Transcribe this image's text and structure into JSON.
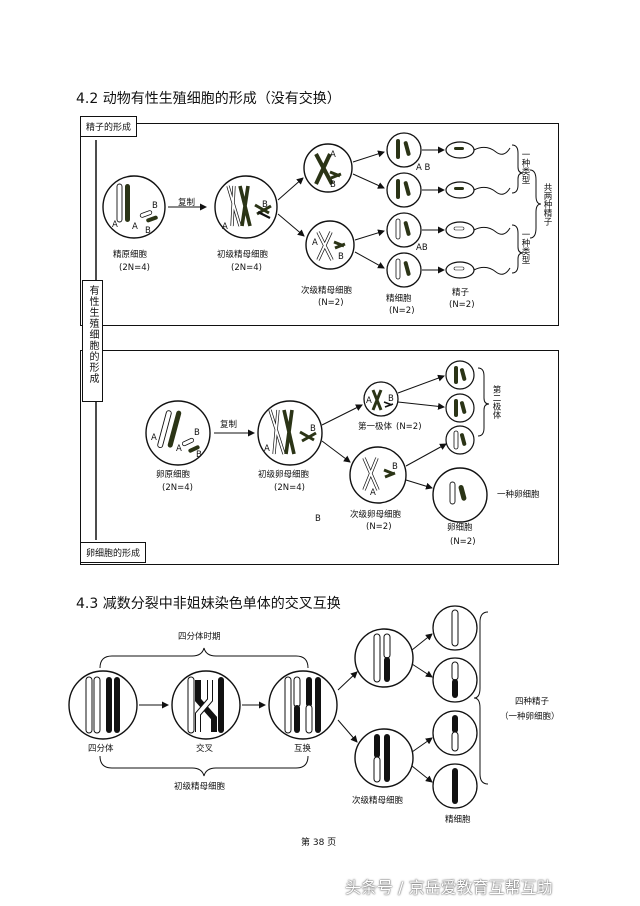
{
  "page": {
    "section1_title": "4.2 动物有性生殖细胞的形成（没有交换）",
    "section2_title": "4.3 减数分裂中非姐妹染色单体的交叉互换",
    "page_number": "第 38 页",
    "watermark": "头条号 / 京岳爱教育互帮互助"
  },
  "spermatogenesis": {
    "tag": "精子的形成",
    "labels": {
      "spermatogonium": "精原细胞",
      "spermatogonium_ploidy": "(2N=4)",
      "copy": "复制",
      "primary": "初级精母细胞",
      "primary_ploidy": "(2N=4)",
      "secondary": "次级精母细胞",
      "secondary_ploidy": "(N=2)",
      "spermatid": "精细胞",
      "spermatid_ploidy": "(N=2)",
      "sperm": "精子",
      "sperm_ploidy": "(N=2)",
      "one_type_a": "一种类型",
      "one_type_b": "一种类型",
      "two_kinds": "共两种精子",
      "gene_ab": "A B",
      "gene_ab2": "AB"
    }
  },
  "middle_tag": "有性生殖细胞的形成",
  "oogenesis": {
    "tag": "卵细胞的形成",
    "labels": {
      "oogonium": "卵原细胞",
      "oogonium_ploidy": "(2N=4)",
      "copy": "复制",
      "primary": "初级卵母细胞",
      "primary_ploidy": "(2N=4)",
      "first_polar": "第一极体",
      "first_polar_ploidy": "(N=2)",
      "secondary": "次级卵母细胞",
      "secondary_ploidy": "(N=2)",
      "egg": "卵细胞",
      "egg_ploidy": "(N=2)",
      "second_polar": "第二极体",
      "one_egg": "一种卵细胞",
      "stray_b": "B"
    }
  },
  "crossing_over": {
    "tetrad_period": "四分体时期",
    "tetrad": "四分体",
    "crossing": "交叉",
    "exchange": "互换",
    "primary": "初级精母细胞",
    "secondary": "次级精母细胞",
    "spermatid": "精细胞",
    "four_sperm": "四种精子",
    "four_sperm_note": "（一种卵细胞）"
  },
  "gene_letters": {
    "A": "A",
    "B": "B"
  },
  "colors": {
    "ink": "#111111",
    "dark_chromosome": "#2b3416",
    "light_chromosome": "#ffffff"
  }
}
